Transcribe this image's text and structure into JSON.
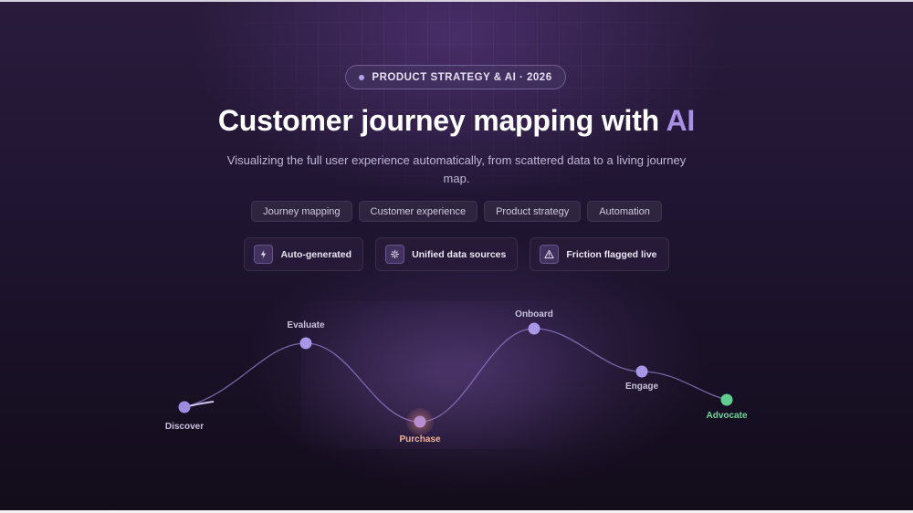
{
  "badge": {
    "text": "PRODUCT STRATEGY & AI · 2026"
  },
  "hero": {
    "title_main": "Customer journey mapping with ",
    "title_accent": "AI",
    "subtitle": "Visualizing the full user experience automatically, from scattered data to a living journey map."
  },
  "tags": [
    "Journey mapping",
    "Customer experience",
    "Product strategy",
    "Automation"
  ],
  "features": [
    {
      "label": "Auto-generated",
      "icon": "lightning-icon"
    },
    {
      "label": "Unified data sources",
      "icon": "sparkle-icon"
    },
    {
      "label": "Friction flagged live",
      "icon": "warning-icon"
    }
  ],
  "journey": {
    "stages": [
      {
        "label": "Discover",
        "color": "#9d8ce0"
      },
      {
        "label": "Evaluate",
        "color": "#a896e6"
      },
      {
        "label": "Purchase",
        "color": "#b68fd0"
      },
      {
        "label": "Onboard",
        "color": "#a896e6"
      },
      {
        "label": "Engage",
        "color": "#a896e6"
      },
      {
        "label": "Advocate",
        "color": "#5fcf8f"
      }
    ],
    "friction_stage": "Purchase",
    "friction_color": "#f0b39a",
    "advocate_color": "#6fd89a"
  },
  "colors": {
    "accent": "#a98fe6",
    "background": "#1e1430"
  }
}
